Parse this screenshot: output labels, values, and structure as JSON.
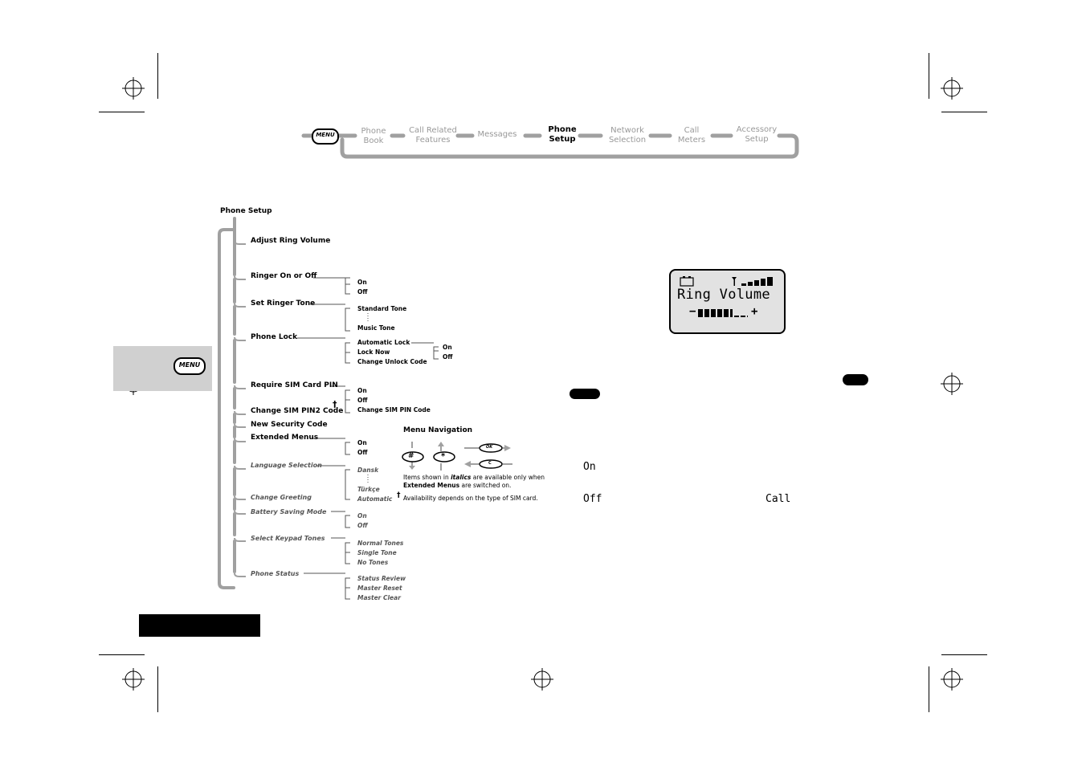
{
  "nav": {
    "items": [
      {
        "line1": "Phone",
        "line2": "Book"
      },
      {
        "line1": "Call Related",
        "line2": "Features"
      },
      {
        "line1": "Messages",
        "line2": ""
      },
      {
        "line1": "Phone",
        "line2": "Setup"
      },
      {
        "line1": "Network",
        "line2": "Selection"
      },
      {
        "line1": "Call",
        "line2": "Meters"
      },
      {
        "line1": "Accessory",
        "line2": "Setup"
      }
    ],
    "menu_key_label": "MENU",
    "side_menu_key_label": "MENU"
  },
  "tree": {
    "root": "Phone Setup",
    "items": {
      "adjust_ring_volume": "Adjust Ring Volume",
      "ringer_on_off": "Ringer On or Off",
      "set_ringer_tone": "Set Ringer Tone",
      "phone_lock": "Phone Lock",
      "require_sim_pin": "Require SIM Card PIN",
      "change_sim_pin2": "Change SIM PIN2 Code",
      "dagger": "†",
      "new_security_code": "New Security Code",
      "extended_menus": "Extended Menus",
      "language_selection": "Language Selection",
      "change_greeting": "Change Greeting",
      "battery_saving_mode": "Battery Saving Mode",
      "select_keypad_tones": "Select Keypad Tones",
      "phone_status": "Phone Status"
    },
    "options": {
      "ringer": [
        "On",
        "Off"
      ],
      "ringer_tone": [
        "Standard Tone",
        "Music Tone"
      ],
      "phone_lock": [
        "Automatic Lock",
        "Lock Now",
        "Change Unlock Code"
      ],
      "auto_lock": [
        "On",
        "Off"
      ],
      "sim_pin": [
        "On",
        "Off",
        "Change SIM PIN Code"
      ],
      "extended": [
        "On",
        "Off"
      ],
      "language": [
        "Dansk",
        "Türkçe",
        "Automatic"
      ],
      "battery": [
        "On",
        "Off"
      ],
      "keypad": [
        "Normal Tones",
        "Single Tone",
        "No Tones"
      ],
      "status": [
        "Status Review",
        "Master Reset",
        "Master Clear"
      ]
    }
  },
  "menu_navigation": {
    "title": "Menu Navigation",
    "hash_key": "#",
    "star_key": "*",
    "ok_key": "OK",
    "c_key": "C",
    "note1_pre": "Items shown in ",
    "note1_italic": "italics",
    "note1_mid": " are available only when ",
    "note1_bold": "Extended Menus",
    "note1_post": " are switched on.",
    "note2_dagger": "†",
    "note2": "Availability depends on the type of SIM card."
  },
  "lcd": {
    "title": "Ring Volume",
    "minus": "−",
    "plus": "+",
    "volume_level": 0.7
  },
  "right_labels": {
    "on": "On",
    "off": "Off",
    "call": "Call"
  },
  "colors": {
    "bracket_gray": "#a0a0a0",
    "side_tab_gray": "#d0d0d0",
    "lcd_bg": "#e2e2e2"
  }
}
